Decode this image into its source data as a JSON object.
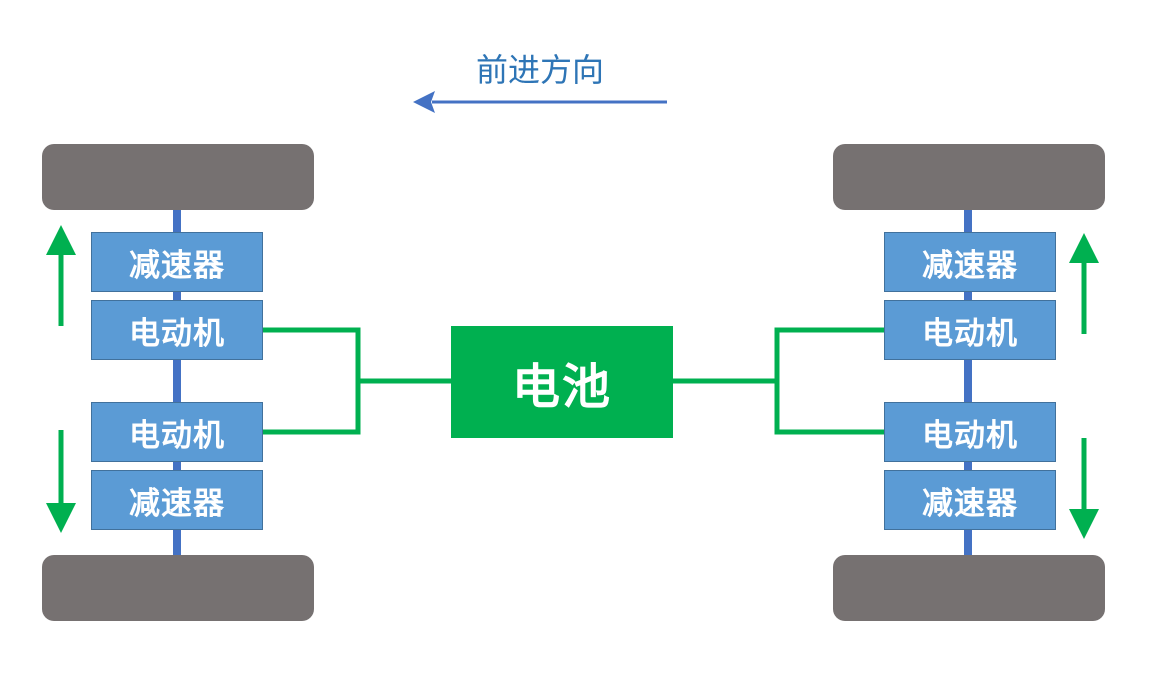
{
  "direction": {
    "label": "前进方向"
  },
  "battery": {
    "label": "电池"
  },
  "front_axle": {
    "upper": {
      "reducer_label": "减速器",
      "motor_label": "电动机"
    },
    "lower": {
      "motor_label": "电动机",
      "reducer_label": "减速器"
    }
  },
  "rear_axle": {
    "upper": {
      "reducer_label": "减速器",
      "motor_label": "电动机"
    },
    "lower": {
      "motor_label": "电动机",
      "reducer_label": "减速器"
    }
  },
  "colors": {
    "wheel": "#767171",
    "block_fill": "#5b9bd5",
    "axle": "#4472c4",
    "battery": "#00b050",
    "wire": "#00b050",
    "rotation_arrow": "#00b050",
    "direction_arrow": "#4472c4",
    "direction_text": "#2e75b6"
  }
}
